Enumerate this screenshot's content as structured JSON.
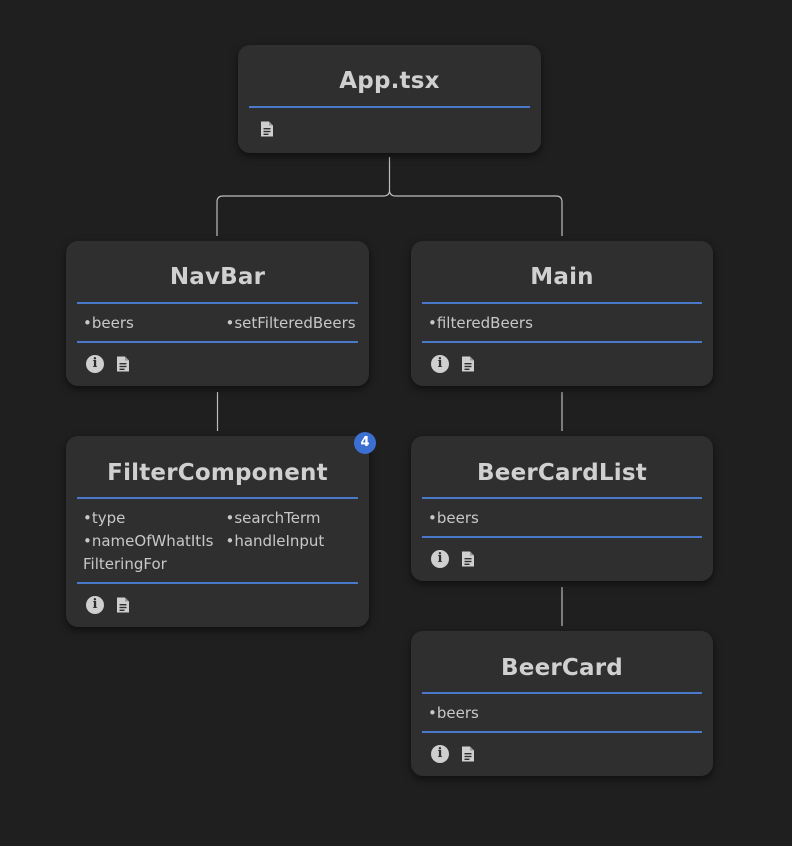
{
  "nodes": {
    "app": {
      "title": "App.tsx",
      "props": []
    },
    "navbar": {
      "title": "NavBar",
      "props": [
        "•beers",
        "•setFilteredBeers"
      ]
    },
    "main": {
      "title": "Main",
      "props": [
        "•filteredBeers"
      ]
    },
    "filter": {
      "title": "FilterComponent",
      "props": [
        "•type",
        "•searchTerm",
        "•nameOfWhatItIs FilteringFor",
        "•handleInput"
      ],
      "badge": "4"
    },
    "beercardlist": {
      "title": "BeerCardList",
      "props": [
        "•beers"
      ]
    },
    "beercard": {
      "title": "BeerCard",
      "props": [
        "•beers"
      ]
    }
  },
  "icons": {
    "info": "info-icon",
    "file": "file-icon"
  },
  "colors": {
    "background": "#1f1f1f",
    "node": "#2f2f2f",
    "accent_rule": "#4a79c9",
    "badge": "#3b6fd2",
    "connector": "#bdbdbd"
  }
}
